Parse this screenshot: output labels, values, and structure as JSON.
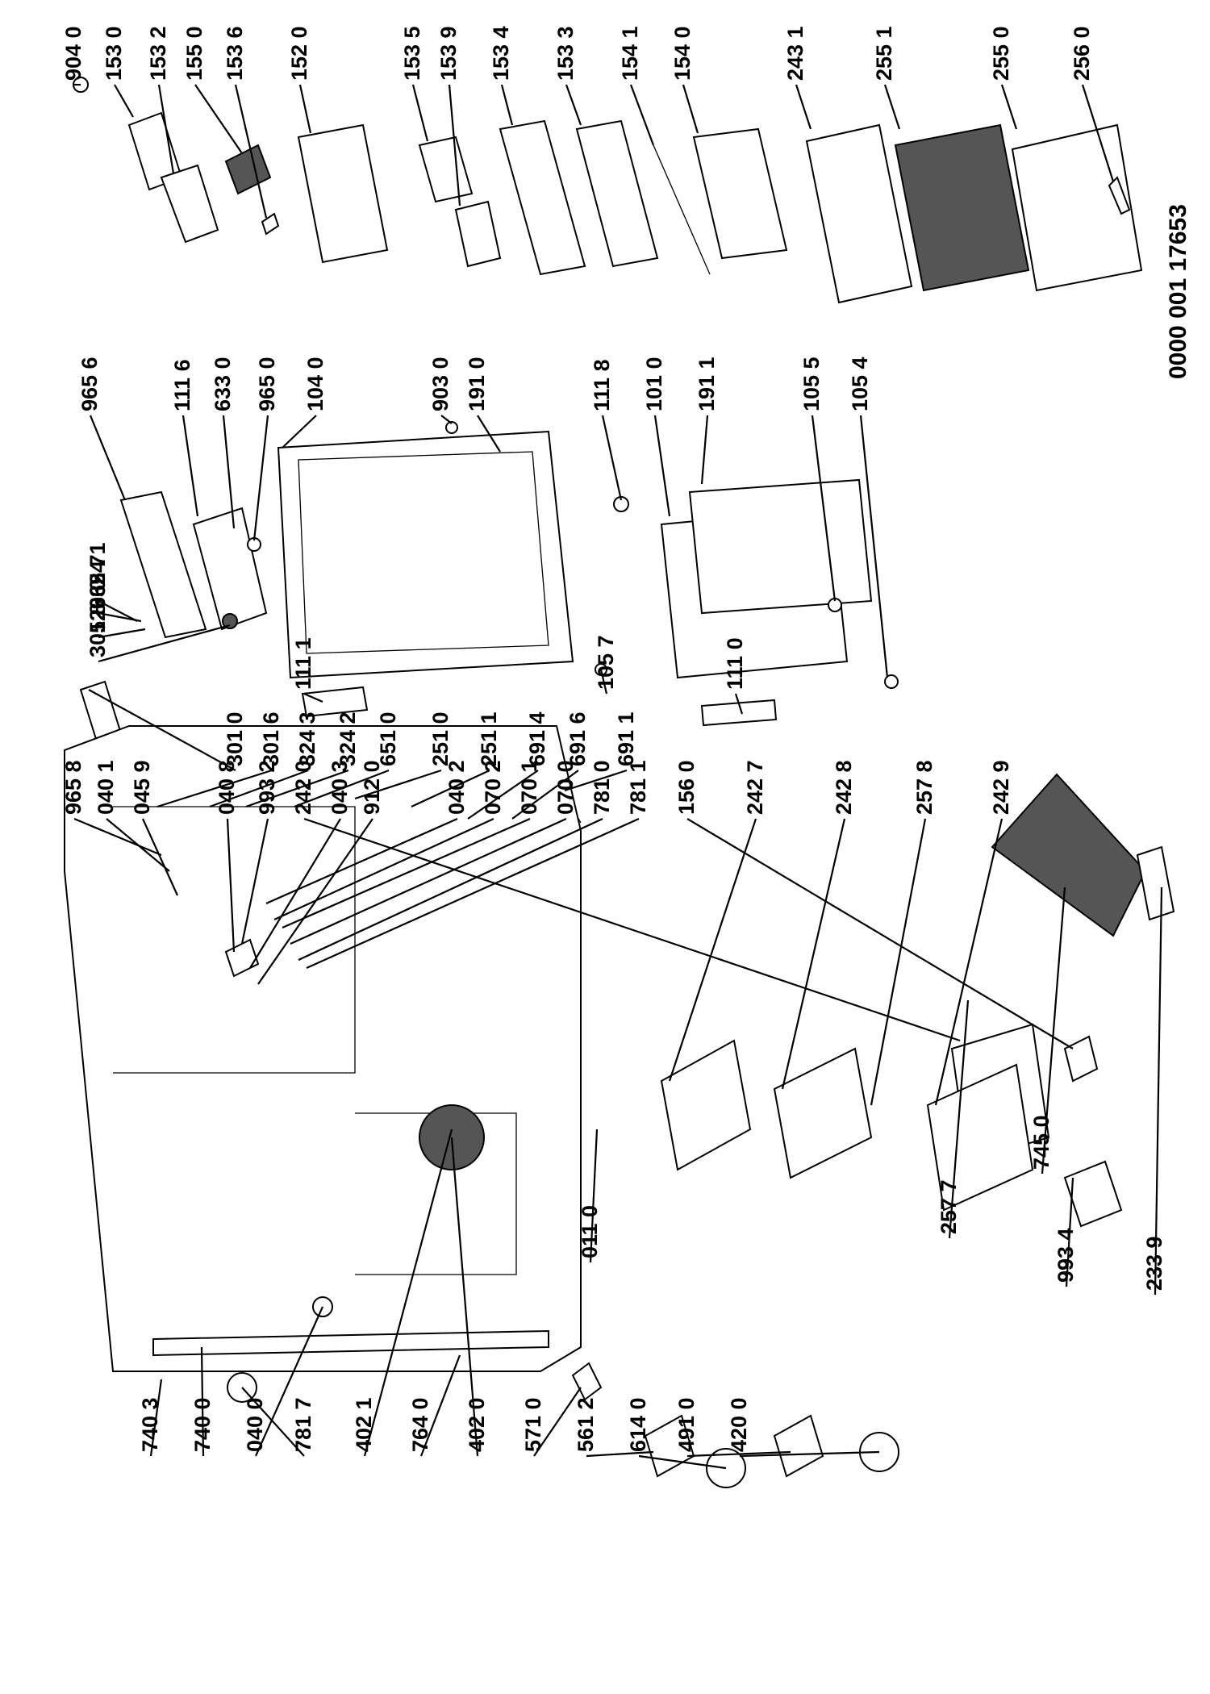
{
  "document_id": "0000 001 17653",
  "callouts": [
    "904 0",
    "153 0",
    "153 2",
    "155 0",
    "153 6",
    "152 0",
    "153 5",
    "153 9",
    "153 4",
    "153 3",
    "154 1",
    "154 0",
    "243 1",
    "255 1",
    "255 0",
    "256 0",
    "965 6",
    "111 6",
    "633 0",
    "965 0",
    "104 0",
    "903 0",
    "191 0",
    "111 8",
    "101 0",
    "191 1",
    "105 5",
    "105 4",
    "324 1",
    "965 7",
    "526 0",
    "301 8",
    "111 1",
    "105 7",
    "111 0",
    "301 0",
    "301 6",
    "324 3",
    "324 2",
    "651 0",
    "251 0",
    "251 1",
    "691 4",
    "691 6",
    "691 1",
    "745 0",
    "233 9",
    "965 8",
    "040 1",
    "045 9",
    "040 8",
    "993 2",
    "242 0",
    "040 3",
    "912 0",
    "040 2",
    "070 2",
    "070 1",
    "070 0",
    "781 0",
    "781 1",
    "156 0",
    "242 7",
    "242 8",
    "257 8",
    "242 9",
    "257 7",
    "993 4",
    "011 0",
    "740 3",
    "740 0",
    "040 0",
    "781 7",
    "402 1",
    "764 0",
    "402 0",
    "571 0",
    "561 2",
    "614 0",
    "491 0",
    "420 0"
  ]
}
